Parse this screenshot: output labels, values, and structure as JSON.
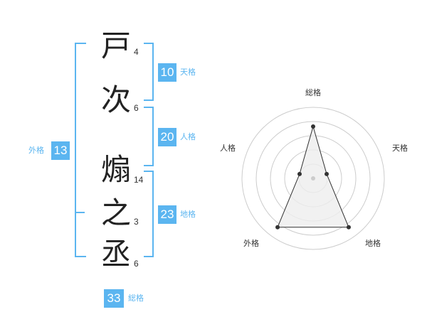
{
  "characters": [
    {
      "char": "戸",
      "strokes": "4"
    },
    {
      "char": "次",
      "strokes": "6"
    },
    {
      "char": "煽",
      "strokes": "14"
    },
    {
      "char": "之",
      "strokes": "3"
    },
    {
      "char": "丞",
      "strokes": "6"
    }
  ],
  "grades": {
    "tenkaku": {
      "value": "10",
      "label": "天格"
    },
    "jinkaku": {
      "value": "20",
      "label": "人格"
    },
    "chikaku": {
      "value": "23",
      "label": "地格"
    },
    "gaikaku": {
      "value": "13",
      "label": "外格"
    },
    "soukaku": {
      "value": "33",
      "label": "総格"
    }
  },
  "radar": {
    "axes": [
      "総格",
      "天格",
      "地格",
      "外格",
      "人格"
    ],
    "values": [
      0.73,
      0.2,
      0.85,
      0.85,
      0.2
    ],
    "colors": {
      "grid": "#cccccc",
      "fill": "#eeeeee",
      "line": "#333333"
    }
  }
}
